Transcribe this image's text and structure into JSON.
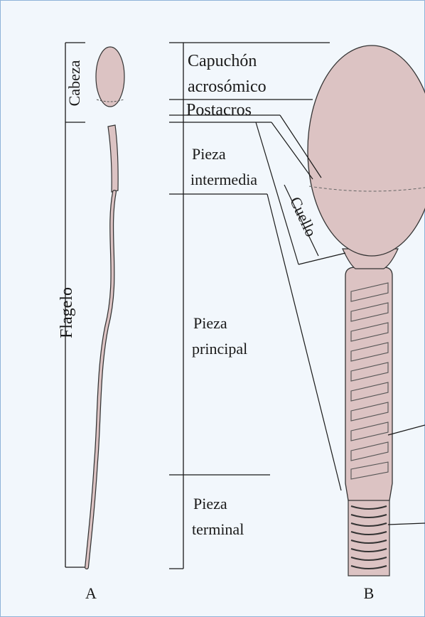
{
  "panelA": {
    "letter": "A",
    "head_label": "Cabeza",
    "flagellum_label": "Flagelo"
  },
  "panelB": {
    "letter": "B",
    "acrosomal_cap": [
      "Capuchón",
      "acrosómico"
    ],
    "postacrosomal": "Postacros",
    "neck": "Cuello",
    "midpiece": [
      "Pieza",
      "intermedia"
    ],
    "principal_piece": [
      "Pieza",
      "principal"
    ],
    "end_piece": [
      "Pieza",
      "terminal"
    ]
  },
  "colors": {
    "cell_fill": "#dcc3c3",
    "line": "#1a1a1a",
    "background": "#f2f7fc",
    "border": "#8fb3d9"
  }
}
